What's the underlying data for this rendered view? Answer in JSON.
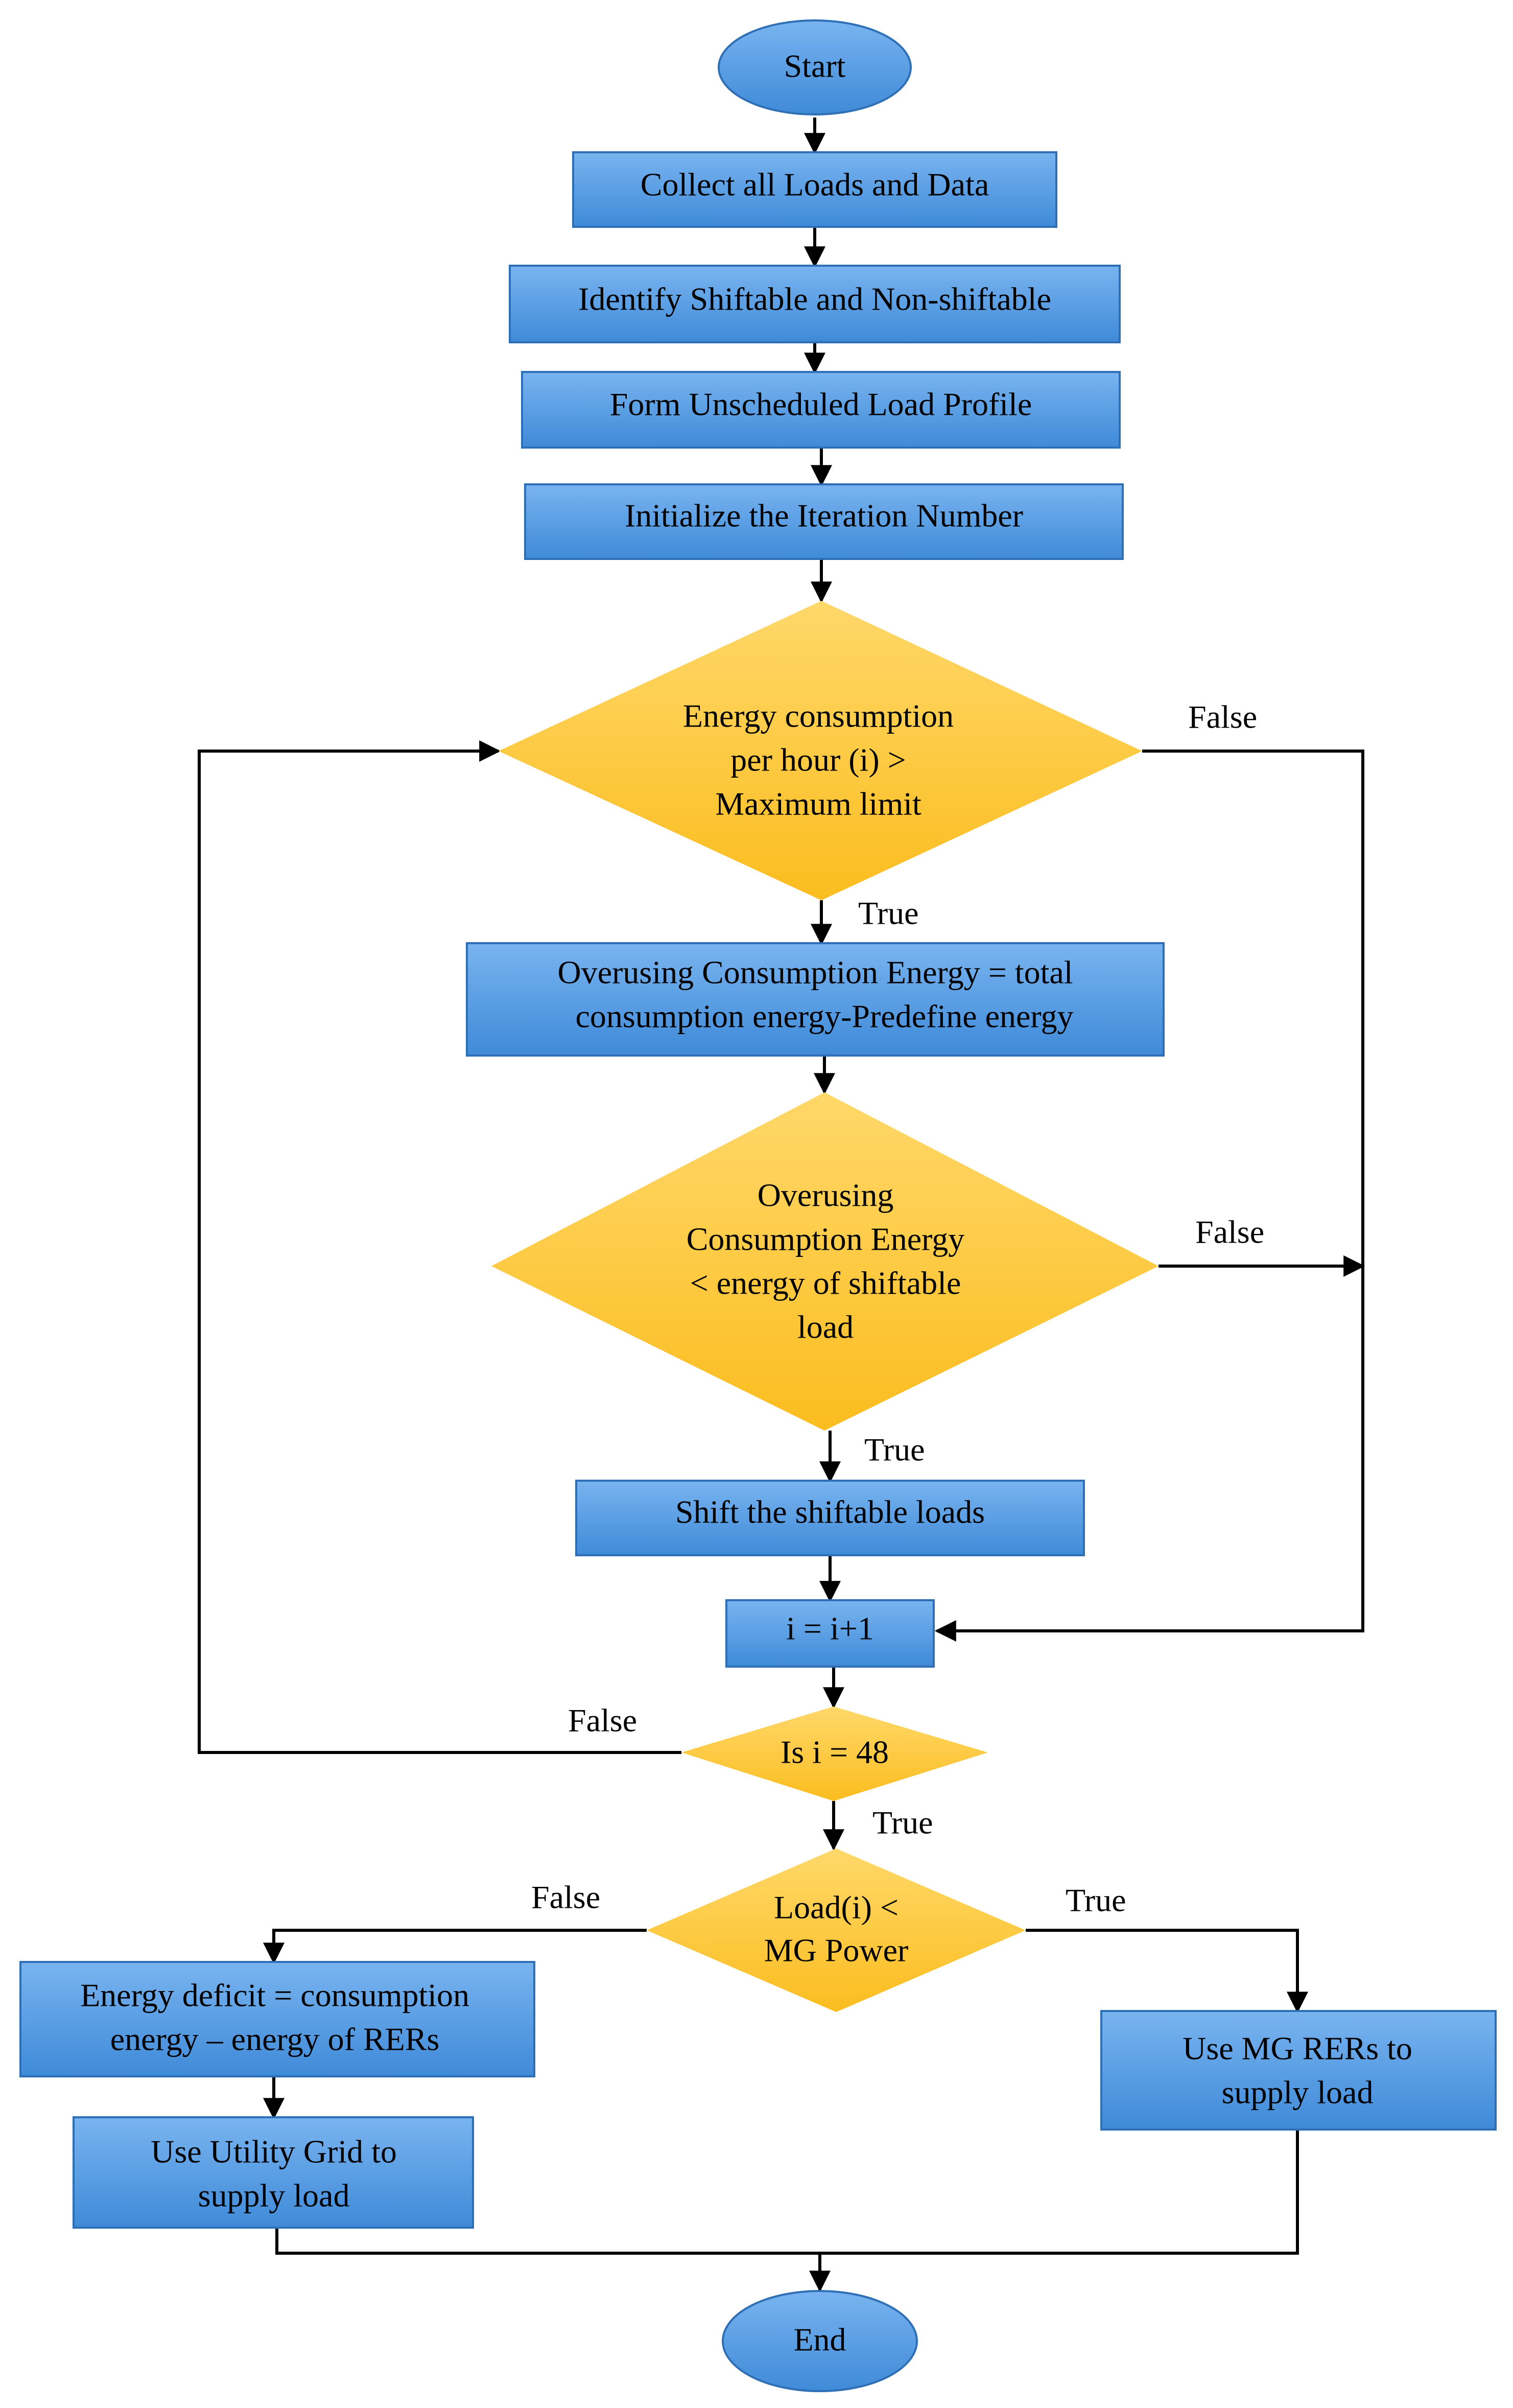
{
  "colors": {
    "process_fill_top": "#79b4f0",
    "process_fill_bottom": "#3f8ad8",
    "process_stroke": "#2f6fb5",
    "decision_fill_top": "#ffd86a",
    "decision_fill_bottom": "#fbbd1f",
    "line": "#000000"
  },
  "nodes": {
    "start": "Start",
    "collect": "Collect all Loads and Data",
    "identify": "Identify Shiftable and Non-shiftable",
    "form": "Form Unscheduled Load Profile",
    "init": "Initialize the Iteration Number",
    "d1": [
      "Energy consumption",
      "per hour (i) >",
      "Maximum limit"
    ],
    "overuse": [
      "Overusing Consumption Energy = total",
      "consumption energy-Predefine energy"
    ],
    "d2": [
      "Overusing",
      "Consumption Energy",
      "< energy of shiftable",
      "load"
    ],
    "shift": "Shift the shiftable loads",
    "inc": "i = i+1",
    "d3": "Is i = 48",
    "d4": [
      "Load(i) <",
      "MG Power"
    ],
    "deficit": [
      "Energy deficit = consumption",
      "energy – energy of RERs"
    ],
    "grid": [
      "Use Utility Grid to",
      "supply load"
    ],
    "rers": [
      "Use MG RERs to",
      "supply load"
    ],
    "end": "End"
  },
  "edge_labels": {
    "d1_false": "False",
    "d1_true": "True",
    "d2_false": "False",
    "d2_true": "True",
    "d3_false": "False",
    "d3_true": "True",
    "d4_false": "False",
    "d4_true": "True"
  }
}
